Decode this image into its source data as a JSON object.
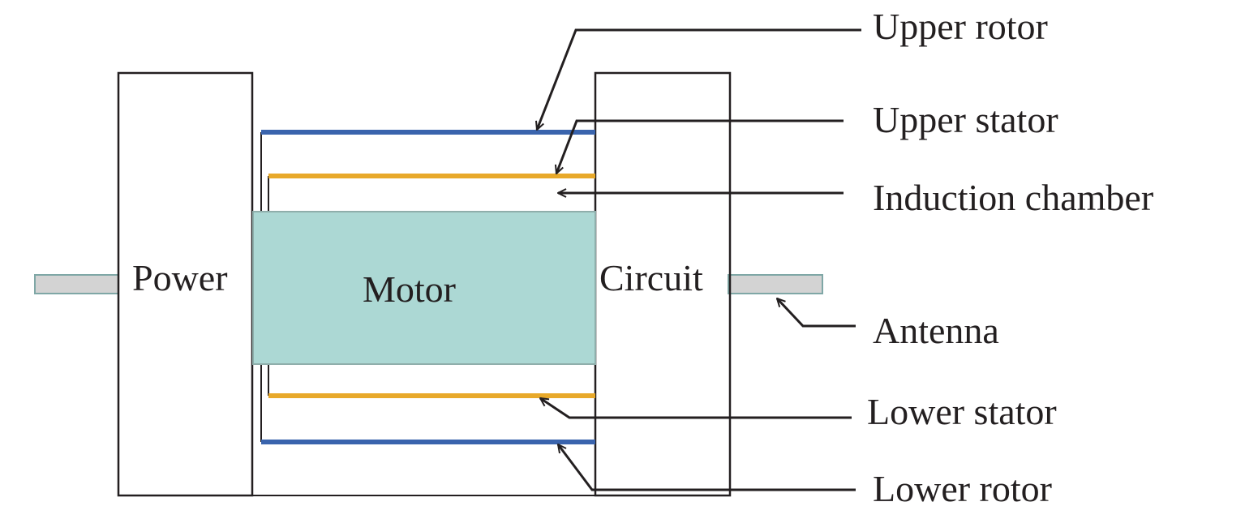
{
  "blocks": {
    "power": "Power",
    "motor": "Motor",
    "circuit": "Circuit"
  },
  "callouts": {
    "upper_rotor": "Upper rotor",
    "upper_stator": "Upper stator",
    "induction_chamber": "Induction chamber",
    "antenna": "Antenna",
    "lower_stator": "Lower stator",
    "lower_rotor": "Lower rotor"
  },
  "colors": {
    "rotor": "#3a64ad",
    "stator": "#e8a92a",
    "motor_fill": "#acd8d4",
    "antenna_fill": "#d3d3d3",
    "outline": "#231f20"
  }
}
